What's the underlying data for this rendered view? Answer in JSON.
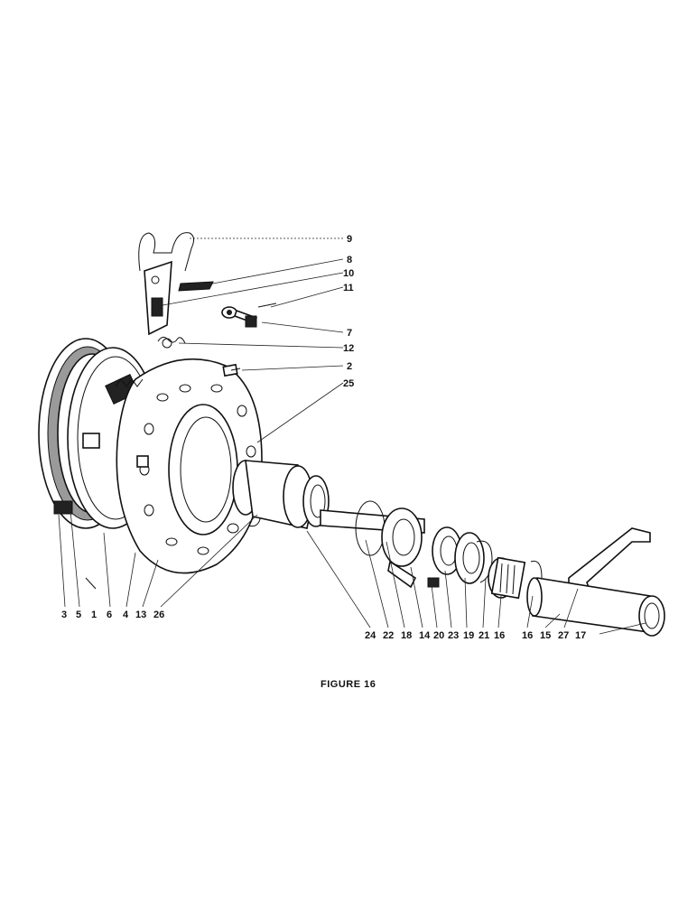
{
  "figure": {
    "caption": "FIGURE 16",
    "callouts_right": [
      "9",
      "8",
      "10",
      "11",
      "7",
      "12",
      "2",
      "25"
    ],
    "callouts_bottom": [
      "3",
      "5",
      "1",
      "6",
      "4",
      "13",
      "26",
      "24",
      "22",
      "18",
      "14",
      "20",
      "23",
      "19",
      "21",
      "16",
      "16",
      "15",
      "27",
      "17"
    ]
  }
}
